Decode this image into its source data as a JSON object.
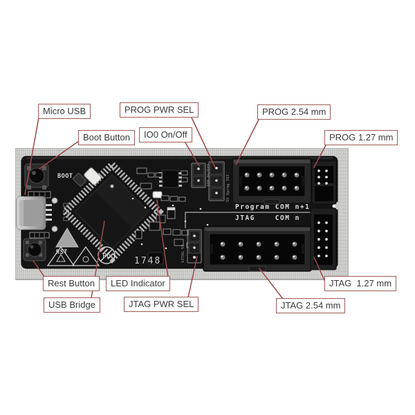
{
  "photo": {
    "backdrop_color": "#c7c7c5",
    "pcb_color": "#141414",
    "label_border_color": "#9e5b57",
    "leader_line_color": "#9c4a45",
    "silkscreen_color": "#d9d9d9"
  },
  "labels": {
    "micro_usb": "Micro USB",
    "boot_button": "Boot Button",
    "prog_pwr_sel": "PROG PWR SEL",
    "io0_on_off": "IO0 On/Off",
    "prog_254": "PROG 2.54 mm",
    "prog_127": "PROG 1.27 mm",
    "rest_button": "Rest Button",
    "led_indicator": "LED Indicator",
    "usb_bridge": "USB Bridge",
    "jtag_pwr_sel": "JTAG PWR SEL",
    "jtag_254": "JTAG 2.54 mm",
    "jtag_127": "JTAG  1.27 mm"
  },
  "silkscreen": {
    "boot": "BOOT",
    "rst": "RST",
    "program_com": "Program COM n+1",
    "jtag_com": "JTAG    COM n",
    "date_code": "1748",
    "pb_mark": "Pb",
    "io0_jumper": "IO0 On/Off",
    "prog_jumper": "5V Vprog 3V3",
    "jtag_jumper": "VJTAG 5V"
  }
}
